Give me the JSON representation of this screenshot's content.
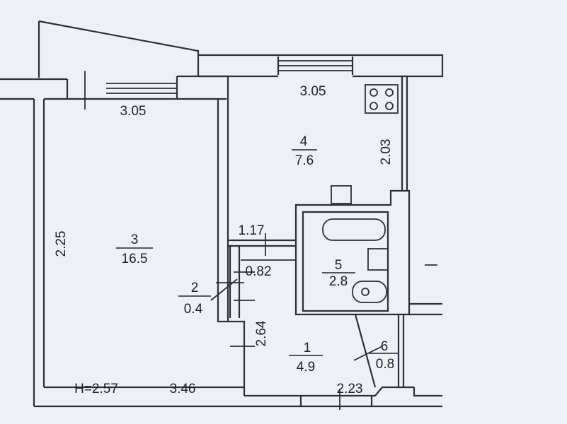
{
  "ceiling_height": "H=2.57",
  "rooms": [
    {
      "number": "1",
      "area": "4.9"
    },
    {
      "number": "2",
      "area": "0.4"
    },
    {
      "number": "3",
      "area": "16.5"
    },
    {
      "number": "4",
      "area": "7.6"
    },
    {
      "number": "5",
      "area": "2.8"
    },
    {
      "number": "6",
      "area": "0.8"
    }
  ],
  "dimensions": {
    "room3_width": "3.05",
    "room4_width": "3.05",
    "room4_depth": "2.03",
    "room3_depth": "2.25",
    "corridor_width": "1.17",
    "niche_width": "0.82",
    "corridor_length": "2.64",
    "bottom_left": "3.46",
    "bottom_right": "2.23"
  }
}
